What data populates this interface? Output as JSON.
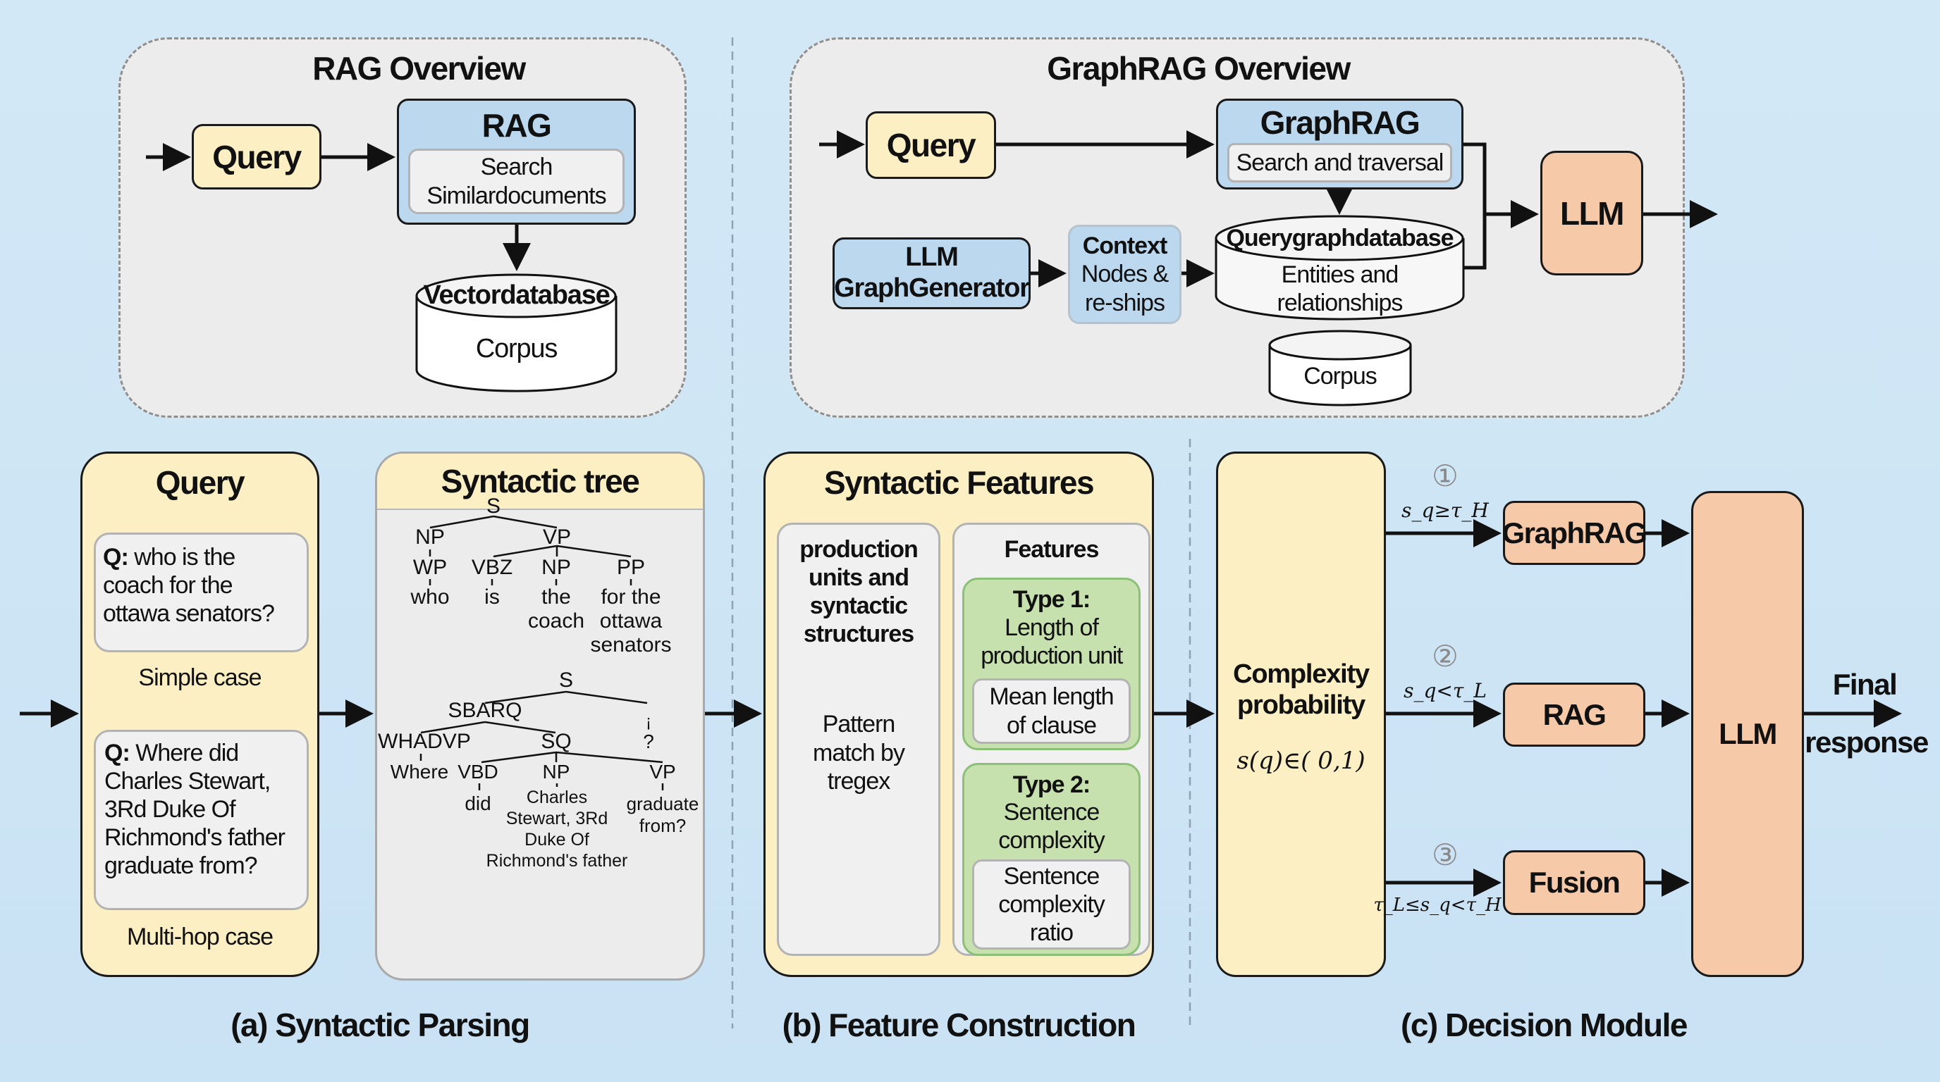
{
  "rag_overview": {
    "title": "RAG Overview",
    "query": "Query",
    "rag_title": "RAG",
    "rag_inner": [
      "Search",
      "Similardocuments"
    ],
    "db_title": "Vectordatabase",
    "db_body": "Corpus"
  },
  "graphrag_overview": {
    "title": "GraphRAG Overview",
    "query": "Query",
    "graphrag_title": "GraphRAG",
    "graphrag_inner": "Search and traversal",
    "generator": [
      "LLM",
      "GraphGenerator"
    ],
    "context": [
      "Context",
      "Nodes &",
      "re-ships"
    ],
    "db_title": "Querygraphdatabase",
    "db_body": [
      "Entities and",
      "relationships"
    ],
    "corpus": "Corpus",
    "llm": "LLM"
  },
  "parsing": {
    "query_panel": {
      "title": "Query",
      "simple": {
        "q_label": "Q:",
        "q_text": " who is the coach for the ottawa senators?",
        "caption": "Simple case"
      },
      "multihop": {
        "q_label": "Q:",
        "q_text": " Where did Charles Stewart, 3Rd Duke Of Richmond's father graduate from?",
        "caption": "Multi-hop case"
      }
    },
    "tree": {
      "title": "Syntactic tree",
      "nodes": [
        "S",
        "NP",
        "VP",
        "WP",
        "VBZ",
        "NP",
        "PP",
        "who",
        "is",
        "the",
        "coach",
        "for the",
        "ottawa",
        "senators",
        "S",
        "SBARQ",
        "¡",
        "?",
        "WHADVP",
        "SQ",
        "Where",
        "VBD",
        "NP",
        "VP",
        "did",
        "Charles",
        "Stewart, 3Rd",
        "Duke Of",
        "Richmond's father",
        "graduate",
        "from?"
      ]
    },
    "caption": "(a) Syntactic Parsing"
  },
  "features": {
    "title": "Syntactic Features",
    "left": {
      "heading": [
        "production",
        "units and",
        "syntactic",
        "structures"
      ],
      "body": [
        "Pattern",
        "match by",
        "tregex"
      ]
    },
    "right": {
      "heading": "Features",
      "type1": {
        "title": "Type 1:",
        "desc": [
          "Length of",
          "production unit"
        ],
        "item": [
          "Mean length",
          "of clause"
        ]
      },
      "type2": {
        "title": "Type 2:",
        "desc": [
          "Sentence",
          "complexity"
        ],
        "item": [
          "Sentence",
          "complexity",
          "ratio"
        ]
      }
    },
    "caption": "(b) Feature Construction"
  },
  "decision": {
    "complexity": [
      "Complexity",
      "probability"
    ],
    "formula": "s(q)∈( 0,1)",
    "routes": [
      {
        "number": "①",
        "condition": "s_q≥τ_H",
        "target": "GraphRAG"
      },
      {
        "number": "②",
        "condition": "s_q<τ_L",
        "target": "RAG"
      },
      {
        "number": "③",
        "condition": "τ_L≤s_q<τ_H",
        "target": "Fusion"
      }
    ],
    "llm": "LLM",
    "output": [
      "Final",
      "response"
    ],
    "caption": "(c) Decision Module"
  }
}
